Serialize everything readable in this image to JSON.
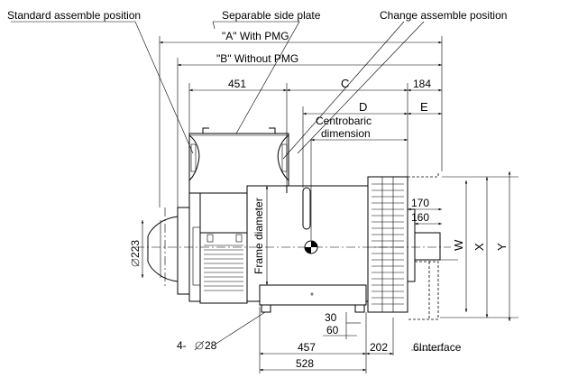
{
  "labels": {
    "standard_position": "Standard assemble position",
    "separable_plate": "Separable side plate",
    "change_position": "Change assemble position",
    "a_with_pmg": "\"A\" With PMG",
    "b_without_pmg": "\"B\"  Without PMG",
    "centrobaric_line1": "Centrobaric",
    "centrobaric_line2": "dimension",
    "frame_diameter": "Frame diameter",
    "hole_spec": "4-",
    "hole_dia": "28",
    "interface": "6Interface"
  },
  "dimensions": {
    "d451": "451",
    "C": "C",
    "D": "D",
    "E": "E",
    "d184": "184",
    "d170": "170",
    "d160": "160",
    "d223": "223",
    "W": "W",
    "X": "X",
    "Y": "Y",
    "d30": "30",
    "d60": "60",
    "d457": "457",
    "d202": "202",
    "d528": "528"
  }
}
